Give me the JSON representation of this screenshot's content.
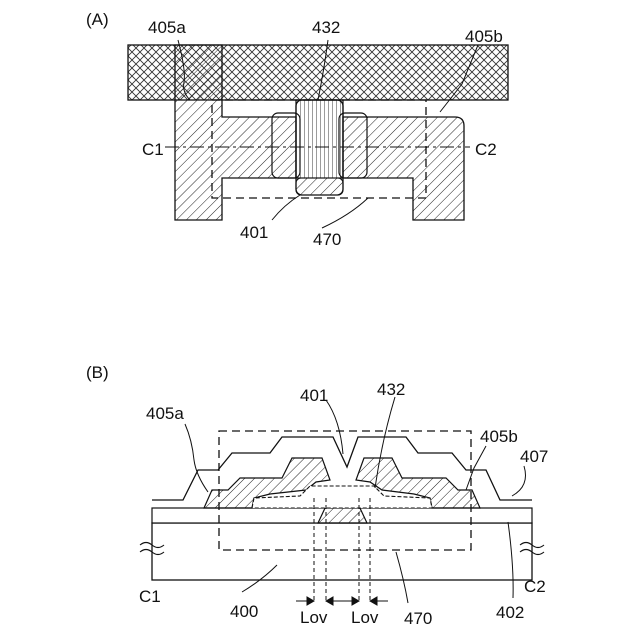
{
  "panel_a": {
    "tag": "(A)",
    "labels": {
      "source": "405a",
      "semiconductor": "432",
      "drain": "405b",
      "cut_left": "C1",
      "cut_right": "C2",
      "gate": "401",
      "region": "470"
    }
  },
  "panel_b": {
    "tag": "(B)",
    "labels": {
      "gate": "401",
      "semiconductor": "432",
      "source": "405a",
      "drain": "405b",
      "protective": "407",
      "cut_left": "C1",
      "cut_right": "C2",
      "substrate": "400",
      "insulator": "402",
      "region": "470",
      "overlap_left": "Lov",
      "overlap_right": "Lov"
    }
  }
}
